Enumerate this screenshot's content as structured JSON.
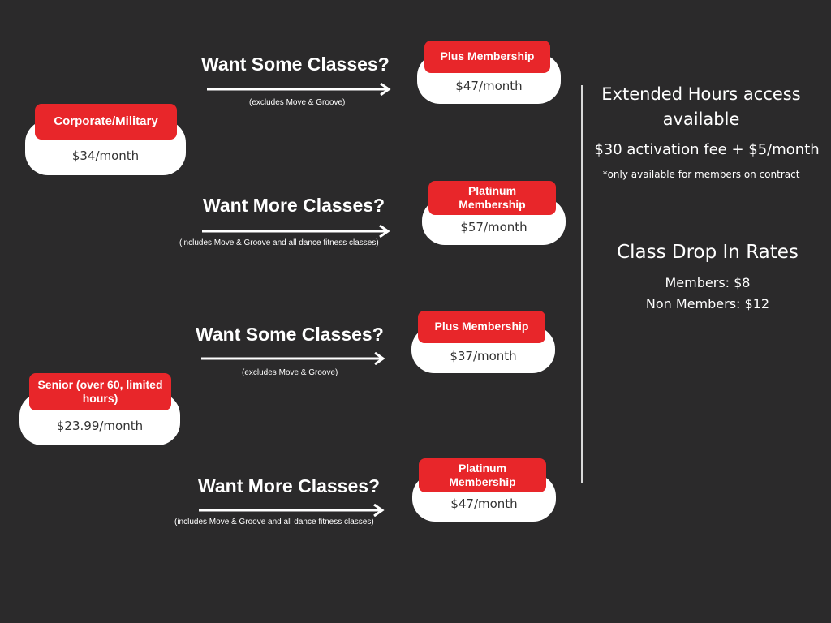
{
  "tiers": [
    {
      "name": "Corporate/Military",
      "price": "$34/month",
      "options": [
        {
          "question": "Want Some Classes?",
          "note": "(excludes Move & Groove)",
          "plan": "Plus Membership",
          "price": "$47/month"
        },
        {
          "question": "Want More Classes?",
          "note": "(includes Move & Groove and all dance fitness classes)",
          "plan": "Platinum Membership",
          "price": "$57/month"
        }
      ]
    },
    {
      "name": "Senior (over 60, limited hours)",
      "price": "$23.99/month",
      "options": [
        {
          "question": "Want Some Classes?",
          "note": "(excludes Move & Groove)",
          "plan": "Plus Membership",
          "price": "$37/month"
        },
        {
          "question": "Want More Classes?",
          "note": "(includes Move & Groove and all dance fitness classes)",
          "plan": "Platinum Membership",
          "price": "$47/month"
        }
      ]
    }
  ],
  "extended": {
    "title_line1": "Extended Hours access",
    "title_line2": "available",
    "fee": "$30 activation fee + $5/month",
    "footnote": "*only available for members on contract"
  },
  "drop_in": {
    "title": "Class Drop In Rates",
    "members": "Members: $8",
    "non_members": "Non Members: $12"
  },
  "colors": {
    "background": "#2b2a2b",
    "accent": "#e8262a",
    "card": "#ffffff"
  }
}
